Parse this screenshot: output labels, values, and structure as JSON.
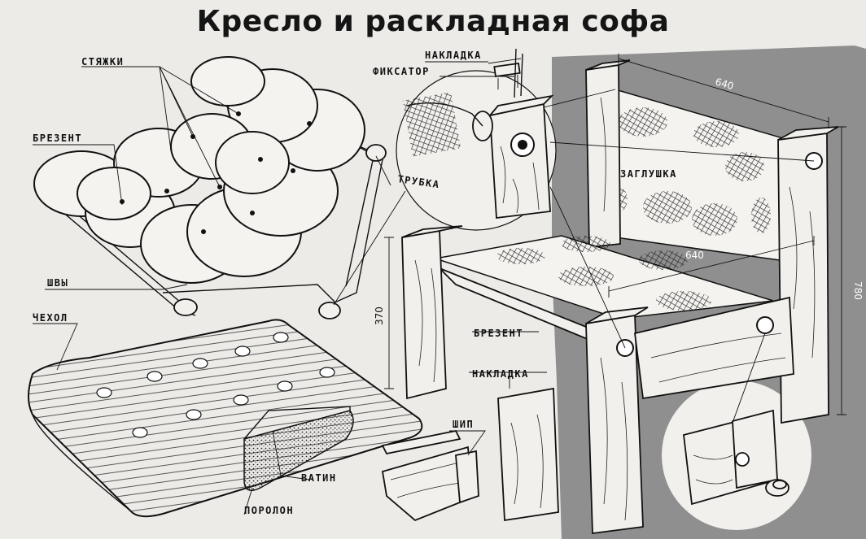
{
  "title": "Кресло и раскладная софа",
  "labels": {
    "styazhki": "СТЯЖКИ",
    "brezent_left": "БРЕЗЕНТ",
    "shvy": "ШВЫ",
    "chekhol": "ЧЕХОЛ",
    "vatin": "ВАТИН",
    "porolon": "ПОРОЛОН",
    "nakladka_top": "НАКЛАДКА",
    "fiksator": "ФИКСАТОР",
    "trubka": "ТРУБКА",
    "zaglushka": "ЗАГЛУШКА",
    "brezent_right": "БРЕЗЕНТ",
    "nakladka_bottom": "НАКЛАДКА",
    "ship": "ШИП"
  },
  "dimensions": {
    "width_top": "640",
    "width_seat": "640",
    "height_total": "780",
    "height_seat": "370"
  },
  "colors": {
    "background": "#ecebe8",
    "dark_panel": "#8c8c8c",
    "ink": "#111111"
  }
}
